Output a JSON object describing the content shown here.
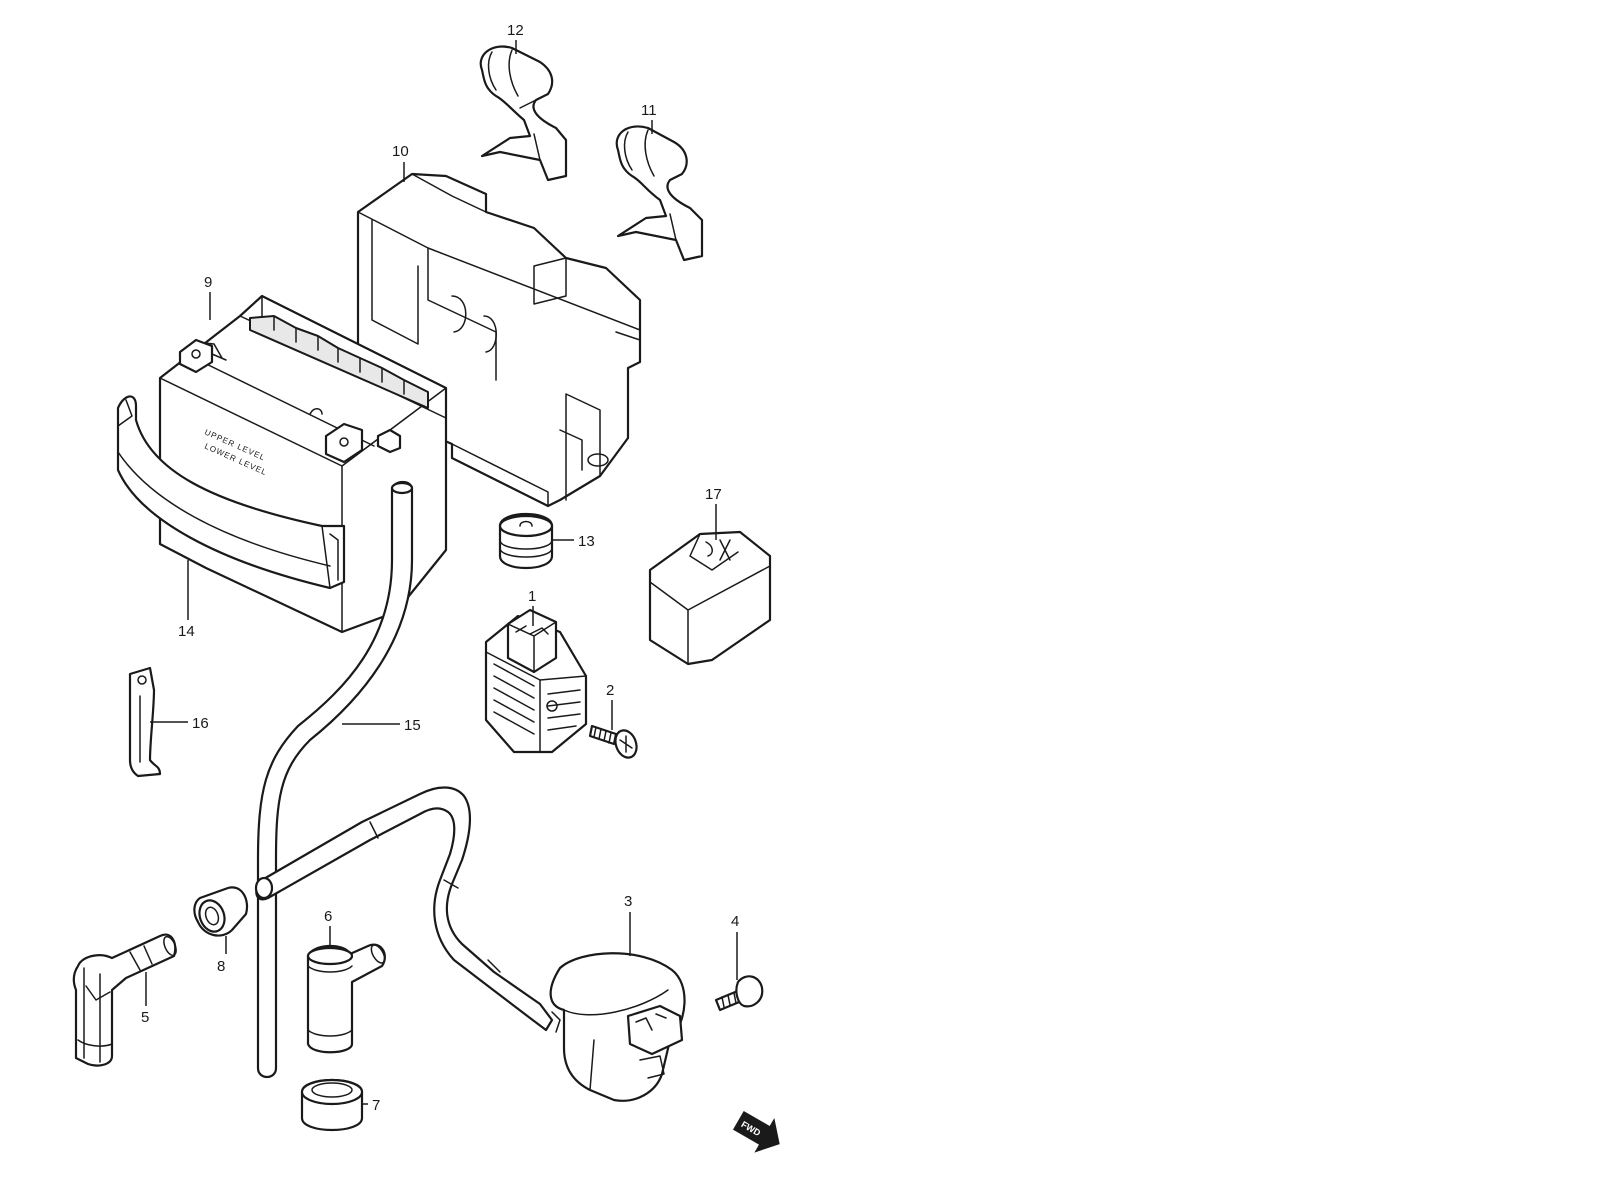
{
  "callouts": {
    "c1": "1",
    "c2": "2",
    "c3": "3",
    "c4": "4",
    "c5": "5",
    "c6": "6",
    "c7": "7",
    "c8": "8",
    "c9": "9",
    "c10": "10",
    "c11": "11",
    "c12": "12",
    "c13": "13",
    "c14": "14",
    "c15": "15",
    "c16": "16",
    "c17": "17"
  },
  "battery_labels": {
    "upper": "UPPER LEVEL",
    "lower": "LOWER LEVEL"
  },
  "direction_badge": "FWD"
}
